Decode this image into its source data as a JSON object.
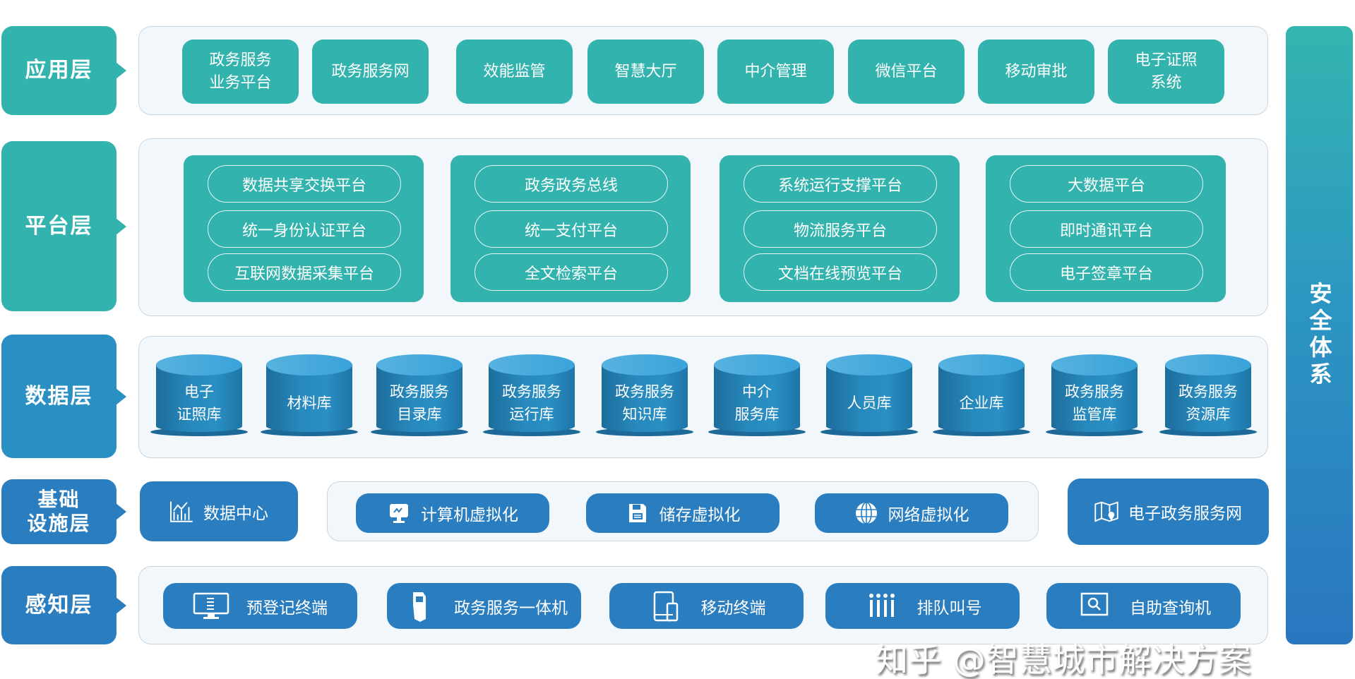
{
  "layers": {
    "application": "应用层",
    "platform": "平台层",
    "data": "数据层",
    "infrastructure": "基础\n设施层",
    "perception": "感知层"
  },
  "security": "安全体系",
  "application_items": [
    "政务服务\n业务平台",
    "政务服务网",
    "效能监管",
    "智慧大厅",
    "中介管理",
    "微信平台",
    "移动审批",
    "电子证照\n系统"
  ],
  "platform_groups": [
    [
      "数据共享交换平台",
      "统一身份认证平台",
      "互联网数据采集平台"
    ],
    [
      "政务政务总线",
      "统一支付平台",
      "全文检索平台"
    ],
    [
      "系统运行支撑平台",
      "物流服务平台",
      "文档在线预览平台"
    ],
    [
      "大数据平台",
      "即时通讯平台",
      "电子签章平台"
    ]
  ],
  "databases": [
    "电子\n证照库",
    "材料库",
    "政务服务\n目录库",
    "政务服务\n运行库",
    "政务服务\n知识库",
    "中介\n服务库",
    "人员库",
    "企业库",
    "政务服务\n监管库",
    "政务服务\n资源库"
  ],
  "infrastructure": {
    "data_center": {
      "label": "数据中心",
      "icon": "bar-chart-icon"
    },
    "virtualization": [
      {
        "label": "计算机虚拟化",
        "icon": "monitor-icon"
      },
      {
        "label": "储存虚拟化",
        "icon": "floppy-disk-icon"
      },
      {
        "label": "网络虚拟化",
        "icon": "globe-icon"
      }
    ],
    "egov_network": {
      "label": "电子政务服务网",
      "icon": "map-pin-icon"
    }
  },
  "perception_items": [
    {
      "label": "预登记终端",
      "icon": "desktop-terminal-icon"
    },
    {
      "label": "政务服务一体机",
      "icon": "kiosk-icon"
    },
    {
      "label": "移动终端",
      "icon": "mobile-device-icon"
    },
    {
      "label": "排队叫号",
      "icon": "queue-icon"
    },
    {
      "label": "自助查询机",
      "icon": "search-kiosk-icon"
    }
  ],
  "watermark": "知乎 @智慧城市解决方案",
  "colors": {
    "teal": "#33b3ae",
    "data_blue": "#2a90c3",
    "infra_blue": "#2a7ec0",
    "panel_bg": "#f1f7fb"
  }
}
